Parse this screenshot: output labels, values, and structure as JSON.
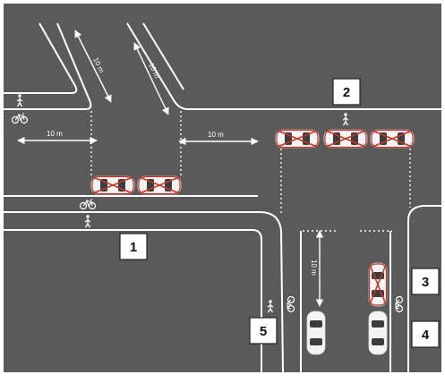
{
  "colors": {
    "road": "#5a5a5a",
    "frame": "#ffffff",
    "marking": "#ffffff",
    "prohibited_cross": "#c0392b",
    "car_body": "#f4f4f4"
  },
  "measurements": [
    {
      "id": "m-top-left-diag",
      "label": "10 m"
    },
    {
      "id": "m-top-mid-diag",
      "label": "10 m"
    },
    {
      "id": "m-left-horiz",
      "label": "10 m"
    },
    {
      "id": "m-mid-horiz",
      "label": "10 m"
    },
    {
      "id": "m-vertical",
      "label": "10 m"
    }
  ],
  "badges": [
    "1",
    "2",
    "3",
    "4",
    "5"
  ],
  "icons": [
    "pedestrian-icon",
    "bicycle-icon",
    "prohibited-car-icon",
    "allowed-car-icon"
  ]
}
